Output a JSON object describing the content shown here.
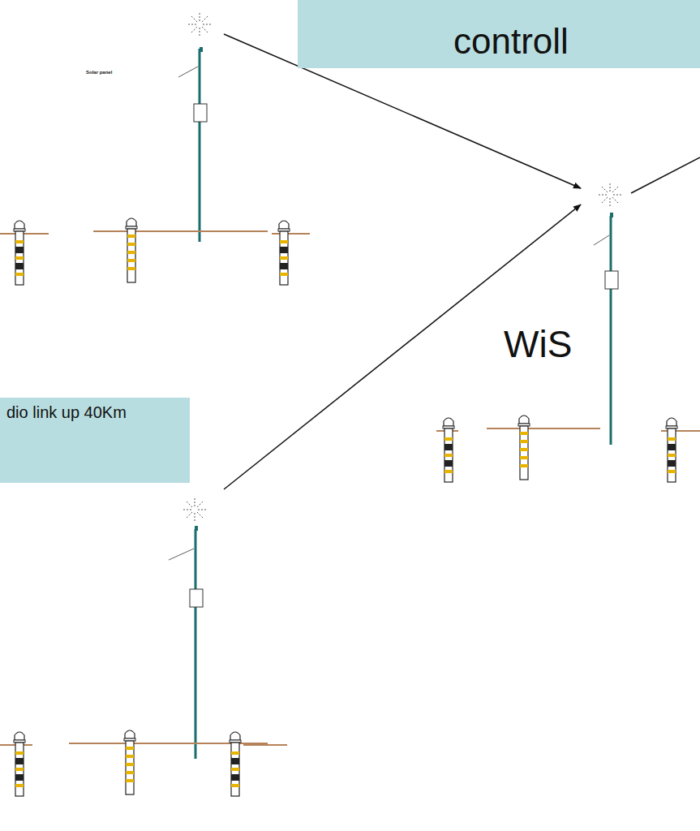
{
  "diagram": {
    "nodes": [
      {
        "text": [
          "controll"
        ]
      },
      {
        "text": [
          "dio link up 40Km"
        ]
      }
    ],
    "edges": [],
    "labels": [
      "WiS",
      "Solar panel"
    ]
  }
}
